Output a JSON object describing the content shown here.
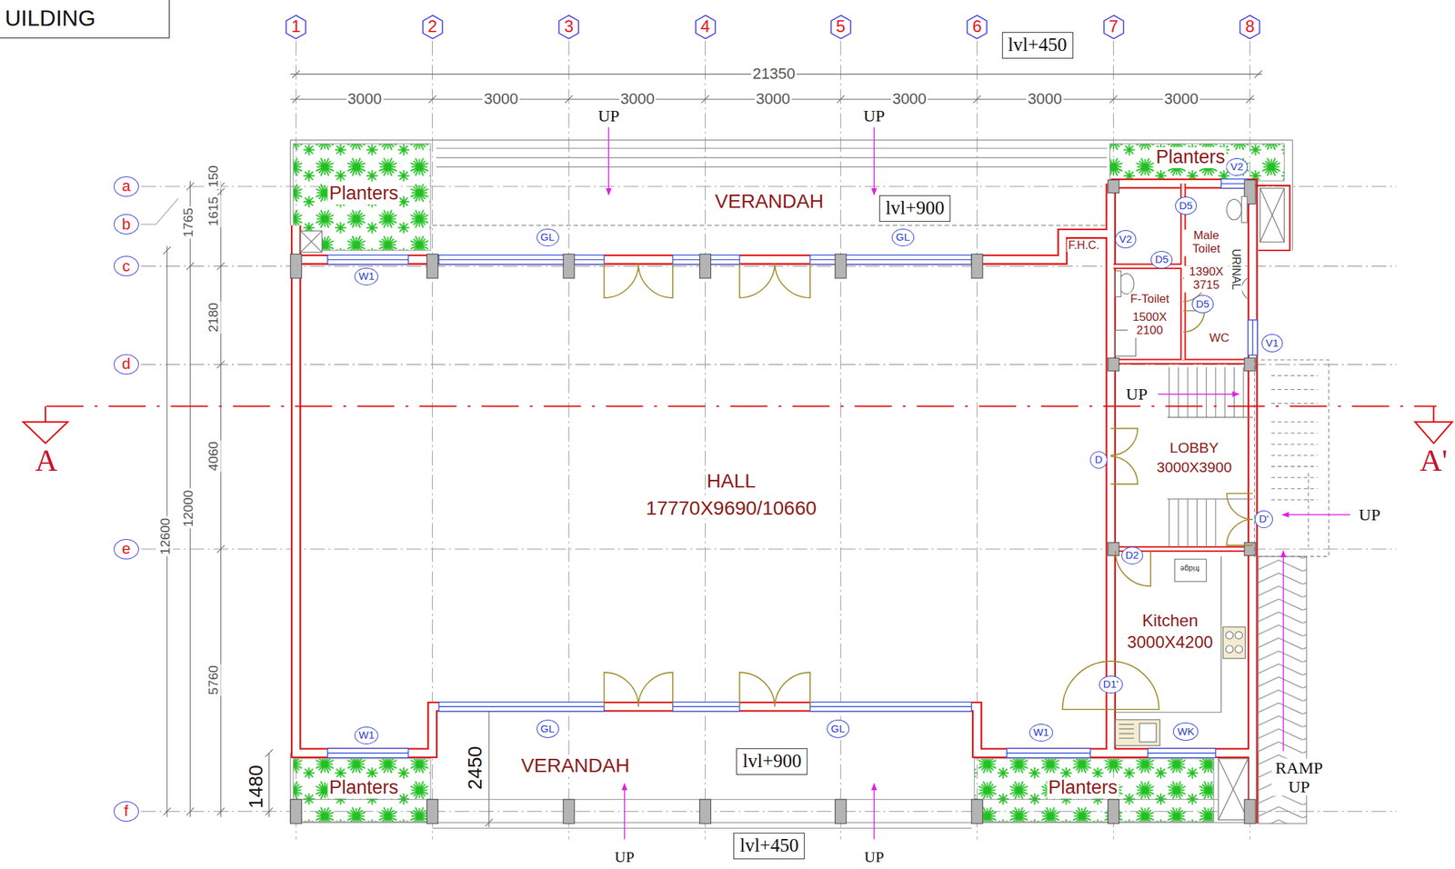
{
  "diagram": {
    "title": "UILDING",
    "nodes": [
      {
        "text": [
          "1"
        ]
      },
      {
        "text": [
          "2"
        ]
      },
      {
        "text": [
          "3"
        ]
      },
      {
        "text": [
          "4"
        ]
      },
      {
        "text": [
          "5"
        ]
      },
      {
        "text": [
          "6"
        ]
      },
      {
        "text": [
          "7"
        ]
      },
      {
        "text": [
          "8"
        ]
      },
      {
        "text": [
          "lvl+450"
        ]
      },
      {
        "text": [
          "a"
        ]
      },
      {
        "text": [
          "b"
        ]
      },
      {
        "text": [
          "c"
        ]
      },
      {
        "text": [
          "d"
        ]
      },
      {
        "text": [
          "e"
        ]
      },
      {
        "text": [
          "f"
        ]
      },
      {
        "text": [
          "lvl+900"
        ]
      },
      {
        "text": [
          "GL"
        ]
      },
      {
        "text": [
          "GL"
        ]
      },
      {
        "text": [
          "V2"
        ]
      },
      {
        "text": [
          "D5"
        ]
      },
      {
        "text": [
          "V2"
        ]
      },
      {
        "text": [
          "D5"
        ]
      },
      {
        "text": [
          "W1"
        ]
      },
      {
        "text": [
          "D5"
        ]
      },
      {
        "text": [
          "V1"
        ]
      },
      {
        "text": [
          "D"
        ]
      },
      {
        "text": [
          "D'"
        ]
      },
      {
        "text": [
          "D2"
        ]
      },
      {
        "text": [
          "D1'"
        ]
      },
      {
        "text": [
          "GL"
        ]
      },
      {
        "text": [
          "GL"
        ]
      },
      {
        "text": [
          "W1"
        ]
      },
      {
        "text": [
          "W1"
        ]
      },
      {
        "text": [
          "WK"
        ]
      },
      {
        "text": [
          "lvl+900"
        ]
      },
      {
        "text": [
          "lvl+450"
        ]
      }
    ],
    "labels": [
      "21350",
      "3000",
      "3000",
      "3000",
      "3000",
      "3000",
      "3000",
      "3000",
      "UP",
      "UP",
      "Planters",
      "Planters",
      "VERANDAH",
      "150",
      "1615",
      "1765",
      "F.H.C.",
      "Male Toilet",
      "URINAL",
      "1390X 3715",
      "F-Toilet",
      "1500X 2100",
      "2180",
      "WC",
      "UP",
      "A",
      "A'",
      "LOBBY",
      "3000X3900",
      "4060",
      "HALL",
      "17770X9690/10660",
      "12000",
      "UP",
      "12600",
      "fridge",
      "Kitchen",
      "3000X4200",
      "5760",
      "VERANDAH",
      "2450",
      "1480",
      "Planters",
      "Planters",
      "RAMP UP",
      "UP",
      "UP"
    ]
  }
}
